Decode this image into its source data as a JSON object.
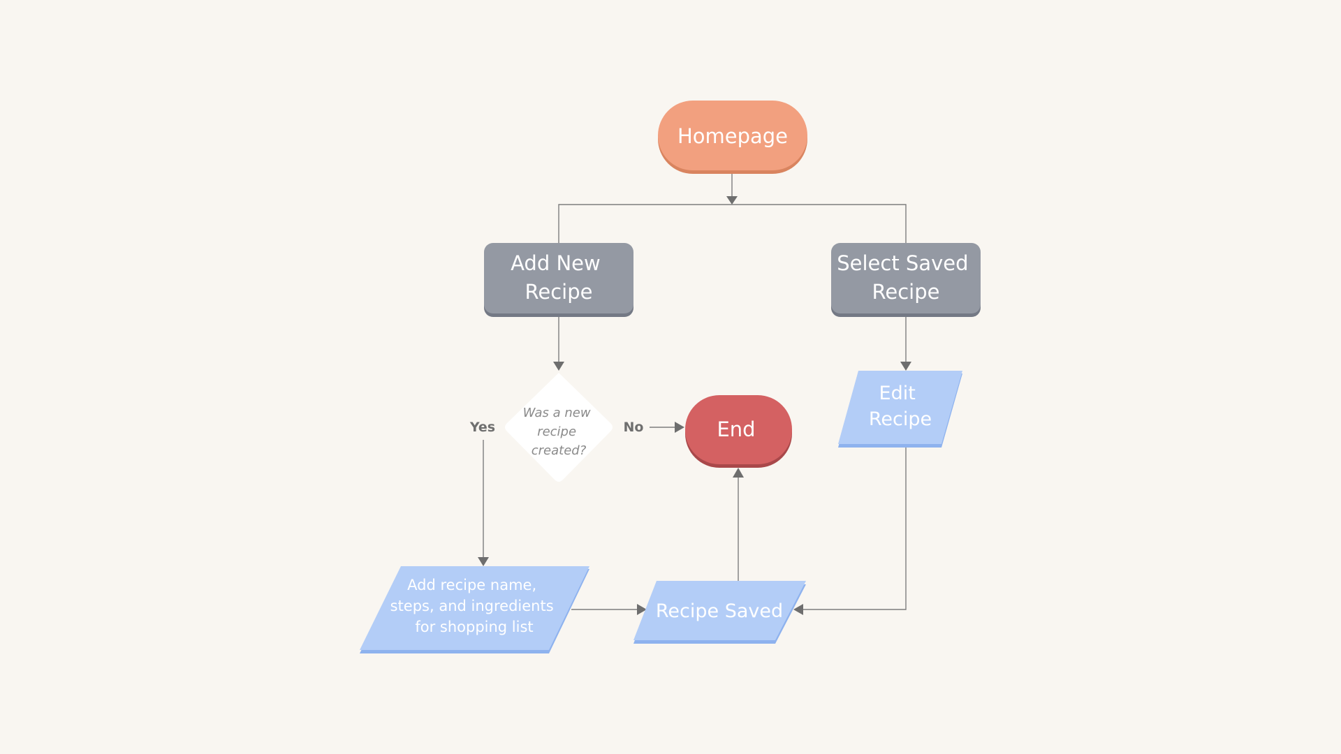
{
  "nodes": {
    "homepage": {
      "label": "Homepage",
      "color": "#f2a07f",
      "shadow": "#d9845f"
    },
    "add_new_recipe": {
      "label_lines": [
        "Add New",
        "Recipe"
      ],
      "color": "#9499a3",
      "shadow": "#747985"
    },
    "select_saved_recipe": {
      "label_lines": [
        "Select Saved",
        "Recipe"
      ],
      "color": "#9499a3",
      "shadow": "#747985"
    },
    "decision": {
      "label_lines": [
        "Was a new",
        "recipe",
        "created?"
      ],
      "color": "#ffffff"
    },
    "end": {
      "label": "End",
      "color": "#d46162",
      "shadow": "#a9484a"
    },
    "edit_recipe": {
      "label_lines": [
        "Edit",
        "Recipe"
      ],
      "color": "#b3cdf7",
      "shadow": "#8eb2ee"
    },
    "add_recipe_details": {
      "label_lines": [
        "Add recipe name,",
        "steps, and ingredients",
        "for shopping list"
      ],
      "color": "#b3cdf7",
      "shadow": "#8eb2ee"
    },
    "recipe_saved": {
      "label": "Recipe Saved",
      "color": "#b3cdf7",
      "shadow": "#8eb2ee"
    }
  },
  "edges": {
    "yes_label": "Yes",
    "no_label": "No"
  }
}
